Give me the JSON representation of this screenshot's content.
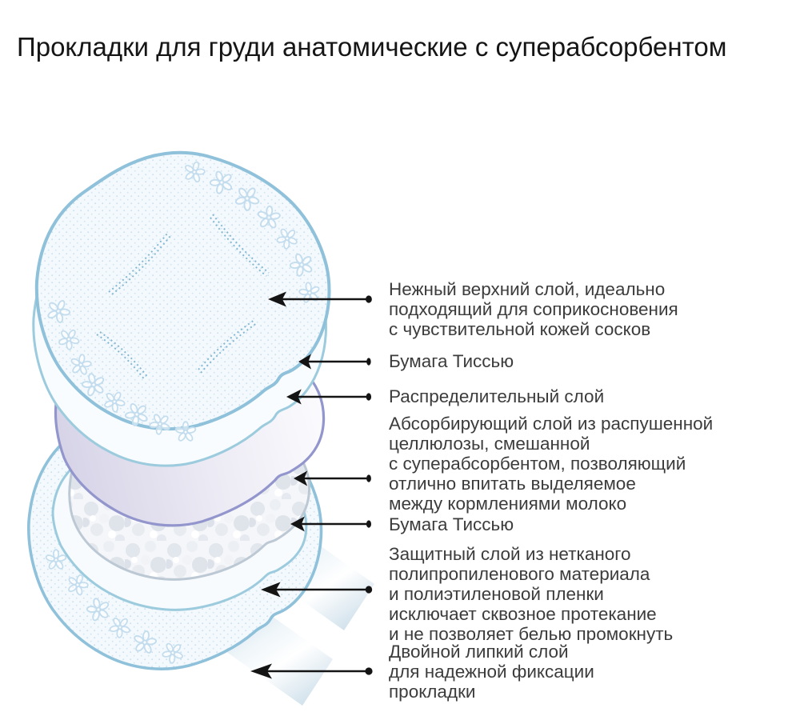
{
  "title": "Прокладки для груди анатомические с суперабсорбентом",
  "callouts": [
    {
      "id": "top-soft-layer",
      "lines": [
        "Нежный верхний слой, идеально",
        "подходящий для соприкосновения",
        "с чувствительной кожей сосков"
      ]
    },
    {
      "id": "tissue-paper-1",
      "lines": [
        "Бумага Тиссью"
      ]
    },
    {
      "id": "distribution-layer",
      "lines": [
        "Распределительный слой"
      ]
    },
    {
      "id": "absorbent-layer",
      "lines": [
        "Абсорбирующий слой из распушенной",
        "целлюлозы, смешанной",
        "с суперабсорбентом, позволяющий",
        "отлично впитать выделяемое",
        "между кормлениями молоко"
      ]
    },
    {
      "id": "tissue-paper-2",
      "lines": [
        "Бумага Тиссью"
      ]
    },
    {
      "id": "protective-layer",
      "lines": [
        "Защитный слой из нетканого",
        "полипропиленового материала",
        "и полиэтиленовой пленки",
        "исключает сквозное протекание",
        "и не позволяет белью промокнуть"
      ]
    },
    {
      "id": "adhesive-layer",
      "lines": [
        "Двойной липкий слой",
        "для надежной фиксации",
        "прокладки"
      ]
    }
  ],
  "colors": {
    "outline_blue": "#8fc1da",
    "pad_fill": "#f4f9fd",
    "dot_blue": "#cbe1ef",
    "purple_outline": "#9296cc",
    "purple_fill": "#d9d6ea",
    "fluff_fill": "#f5f6f9",
    "strip_blue": "#b8d1e0",
    "arrow_black": "#141414",
    "text_grey": "#3c3c3c"
  }
}
